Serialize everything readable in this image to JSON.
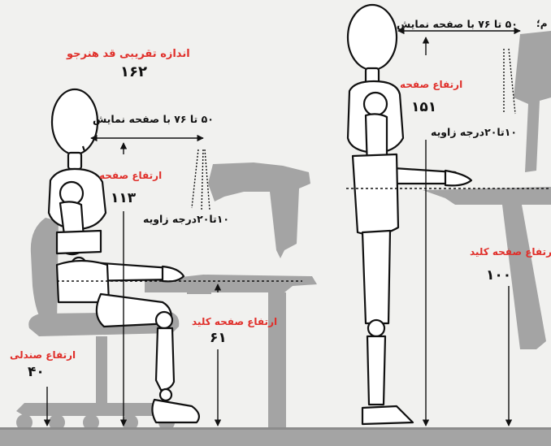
{
  "seated": {
    "student_height_title": "اندازه تقریبی قد هنرجو",
    "student_height_value": "۱۶۲",
    "distance_text": "۵۰ تا ۷۶ با صفحه نمایش",
    "screen_height_label": "ارتفاع صفحه",
    "screen_height_value": "۱۱۳",
    "angle_text": "۱۰تا۲۰درجه زاویه",
    "keyboard_height_label": "ارتفاع صفحه کلید",
    "keyboard_height_value": "۶۱",
    "chair_height_label": "ارتفاع صندلی",
    "chair_height_value": "۴۰"
  },
  "standing": {
    "distance_text": "۵۰ تا ۷۶ با صفحه نمایش",
    "screen_height_label": "ارتفاع صفحه",
    "screen_height_value": "۱۵۱",
    "angle_text": "۱۰تا۲۰درجه زاویه",
    "keyboard_height_label": "ارتفاع صفحه کلید",
    "keyboard_height_value": "۱۰۰"
  },
  "corner_mark": "م؛",
  "colors": {
    "label_red": "#e0302b",
    "text_black": "#111111",
    "furniture_gray": "#a4a4a4",
    "background": "#f1f1ef"
  }
}
